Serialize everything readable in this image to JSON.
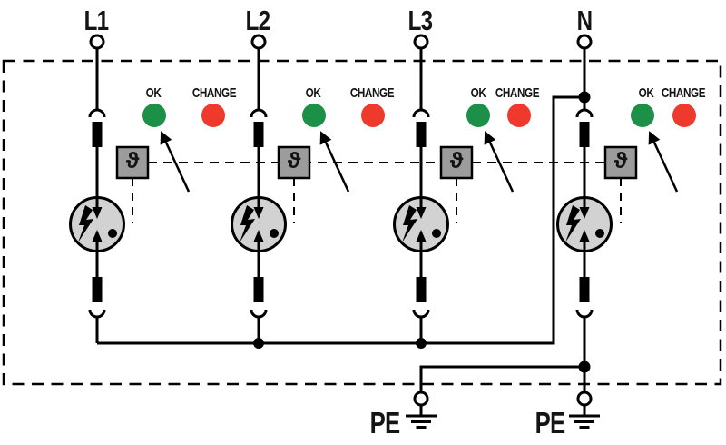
{
  "terminals": {
    "top": [
      {
        "label": "L1"
      },
      {
        "label": "L2"
      },
      {
        "label": "L3"
      },
      {
        "label": "N"
      }
    ],
    "bottom": [
      {
        "label": "PE"
      },
      {
        "label": "PE"
      }
    ]
  },
  "channels": [
    {
      "ok_label": "OK",
      "change_label": "CHANGE"
    },
    {
      "ok_label": "OK",
      "change_label": "CHANGE"
    },
    {
      "ok_label": "OK",
      "change_label": "CHANGE"
    },
    {
      "ok_label": "OK",
      "change_label": "CHANGE"
    }
  ],
  "symbols": {
    "theta": "ϑ"
  },
  "icons": [
    "surge-arrester-icon",
    "lightning-bolt-icon",
    "thermal-sensor-box-icon",
    "earth-ground-icon",
    "ok-led",
    "change-led",
    "indicator-arrow-icon"
  ],
  "colors": {
    "ok_led": "#1d9048",
    "change_led": "#ee392c",
    "arrester_fill": "#d2d2d2",
    "theta_box_fill": "#9c9c9c",
    "line": "#000000",
    "background": "#ffffff"
  }
}
